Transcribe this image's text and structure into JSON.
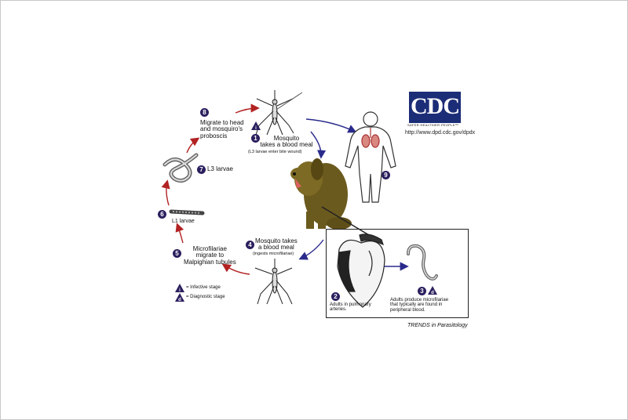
{
  "logo": {
    "text": "CDC",
    "tagline": "SAFER·HEALTHIER·PEOPLE™",
    "url": "http://www.dpd.cdc.gov/dpdx"
  },
  "steps": {
    "s1": {
      "num": "1",
      "title": "Mosquito\ntakes a blood meal",
      "note": "(L3 larvae enter bite wound)"
    },
    "s2": {
      "num": "2",
      "text": "Adults in pulmonary\narteries."
    },
    "s3": {
      "num": "3",
      "text": "Adults produce microfilariae\nthat typically are found in\nperipheral blood."
    },
    "s4": {
      "num": "4",
      "title": "Mosquito takes\na blood meal",
      "note": "(ingests microfilariae)"
    },
    "s5": {
      "num": "5",
      "text": "Microfilariae\nmigrate to\nMalpighian tubules"
    },
    "s6": {
      "num": "6",
      "text": "L1 larvae"
    },
    "s7": {
      "num": "7",
      "text": "L3 larvae"
    },
    "s8": {
      "num": "8",
      "text": "Migrate to head\nand mosquiro's\nproboscis"
    },
    "s9": {
      "num": "9"
    }
  },
  "legend": {
    "infective": {
      "symbol": "i",
      "label": "= Infective stage"
    },
    "diagnostic": {
      "symbol": "d",
      "label": "= Diagnostic stage"
    }
  },
  "credit": "TRENDS in Parasitology",
  "colors": {
    "step_badge": "#2b1f5e",
    "arrow_red": "#b22222",
    "arrow_blue": "#2a2a8c",
    "dog": "#6b5a1e",
    "cdc_blue": "#1c2d77"
  }
}
